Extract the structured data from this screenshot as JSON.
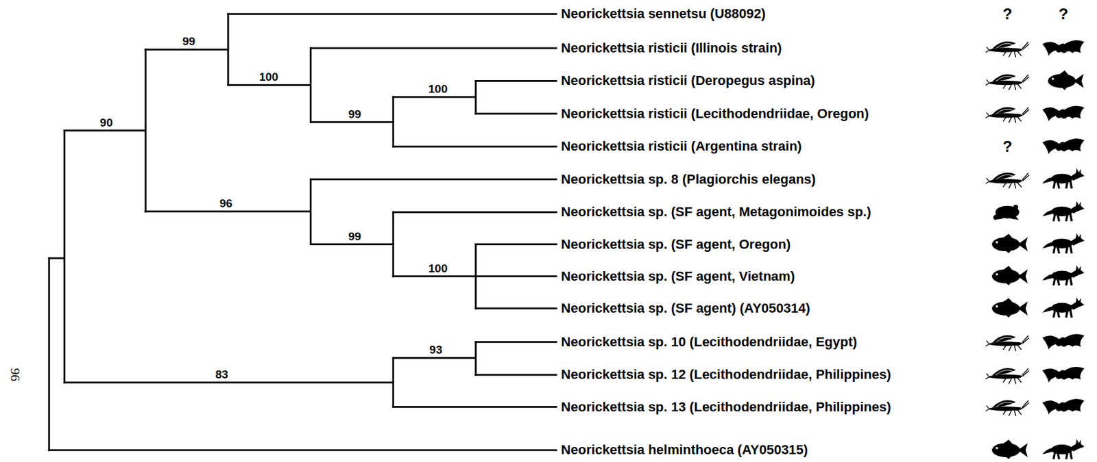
{
  "diagram": {
    "labels": [
      "Neorickettsia sennetsu (U88092)",
      "Neorickettsia risticii (Illinois strain)",
      "Neorickettsia risticii (Deropegus aspina)",
      "Neorickettsia risticii (Lecithodendriidae, Oregon)",
      "Neorickettsia risticii (Argentina strain)",
      "Neorickettsia sp. 8 (Plagiorchis elegans)",
      "Neorickettsia sp. (SF agent, Metagonimoides sp.)",
      "Neorickettsia sp. (SF agent, Oregon)",
      "Neorickettsia sp. (SF agent, Vietnam)",
      "Neorickettsia sp. (SF agent) (AY050314)",
      "Neorickettsia sp. 10 (Lecithodendriidae, Egypt)",
      "Neorickettsia sp. 12 (Lecithodendriidae, Philippines)",
      "Neorickettsia sp. 13 (Lecithodendriidae, Philippines)",
      "Neorickettsia helminthoeca (AY050315)",
      "99",
      "100",
      "99",
      "100",
      "90",
      "96",
      "99",
      "100",
      "93",
      "83",
      "?",
      "?",
      "?",
      "96"
    ]
  }
}
